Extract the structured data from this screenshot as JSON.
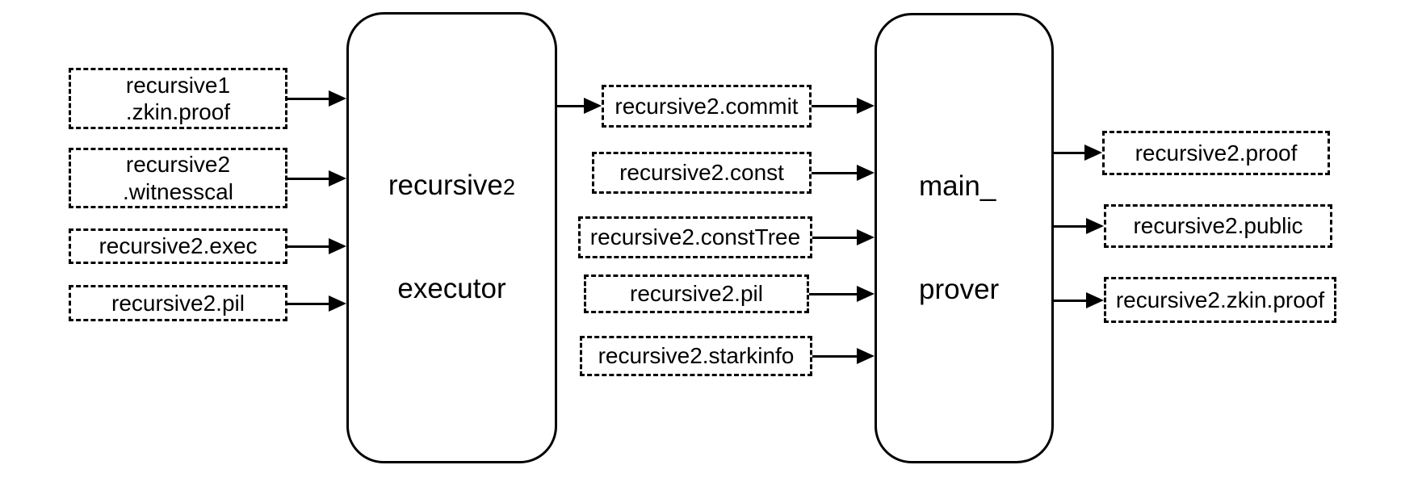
{
  "diagram": {
    "background_color": "#ffffff",
    "stroke_color": "#000000",
    "executor": {
      "name_line1": "recursive",
      "name_line1_suffix": "2",
      "name_line2": "executor"
    },
    "prover": {
      "name_line1": "main_",
      "name_line2": "prover"
    },
    "left_inputs": [
      {
        "lines": [
          "recursive1",
          ".zkin.proof"
        ]
      },
      {
        "lines": [
          "recursive2",
          ".witnesscal"
        ]
      },
      {
        "lines": [
          "recursive2.exec"
        ]
      },
      {
        "lines": [
          "recursive2.pil"
        ]
      }
    ],
    "middle_files": [
      {
        "label": "recursive2.commit"
      },
      {
        "label": "recursive2.const"
      },
      {
        "label": "recursive2.constTree"
      },
      {
        "label": "recursive2.pil"
      },
      {
        "label": "recursive2.starkinfo"
      }
    ],
    "right_outputs": [
      {
        "label": "recursive2.proof"
      },
      {
        "label": "recursive2.public"
      },
      {
        "label": "recursive2.zkin.proof"
      }
    ]
  }
}
